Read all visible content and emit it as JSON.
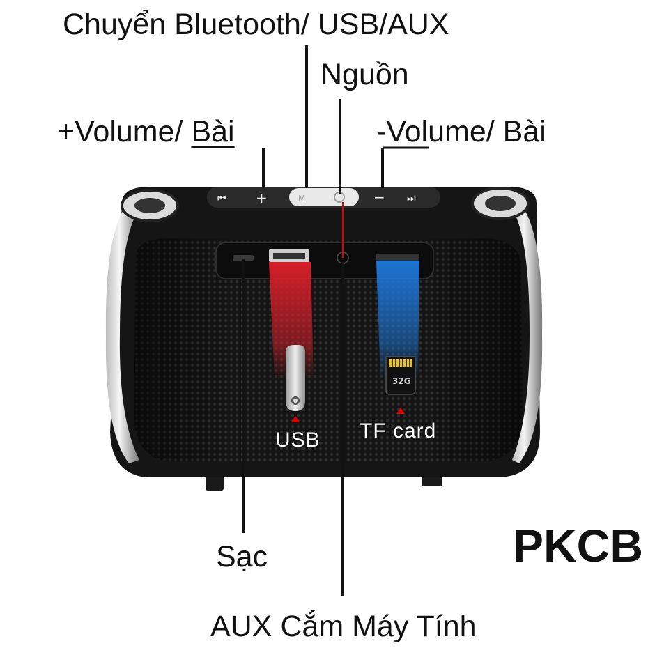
{
  "labels": {
    "mode_switch": "Chuyển Bluetooth/ USB/AUX",
    "power": "Nguồn",
    "volume_up_prefix": "+Volume/ ",
    "volume_up_suffix": "Bài",
    "volume_down_prefix": "-",
    "volume_down_mid": "Volume",
    "volume_down_suffix": "/ Bài",
    "charge": "Sạc",
    "aux": "AUX Cắm Máy Tính",
    "usb": "USB",
    "tf_card": "TF card",
    "sd_capacity": "32G"
  },
  "brand": "PKCB",
  "colors": {
    "usb_highlight": "#e0202a",
    "tf_highlight": "#1e7be0",
    "marker": "#e00000",
    "body": "#161616"
  }
}
